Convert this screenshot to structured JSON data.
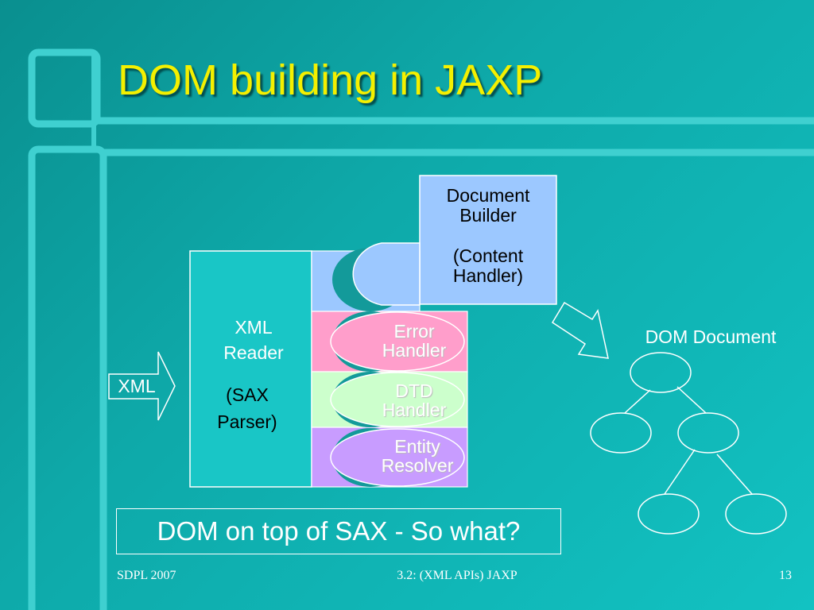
{
  "slide": {
    "title": "DOM building in JAXP",
    "colors": {
      "background": "#0ea9a9",
      "title": "#f4f000",
      "frame": "#3fd0d0",
      "builder_box": "#9cc8ff",
      "error_handler": "#ff9ecb",
      "dtd_handler": "#ccffcc",
      "entity_resolver": "#c89cff",
      "xml_reader": "#19c6c6"
    }
  },
  "diagram": {
    "document_builder": {
      "line1": "Document",
      "line2": "Builder",
      "line3": "(Content",
      "line4": "Handler)"
    },
    "xml_reader": {
      "line1": "XML",
      "line2": "Reader",
      "line3": "(SAX",
      "line4": "Parser)"
    },
    "handlers": [
      {
        "line1": "Error",
        "line2": "Handler"
      },
      {
        "line1": "DTD",
        "line2": "Handler"
      },
      {
        "line1": "Entity",
        "line2": "Resolver"
      }
    ],
    "input_label": "XML",
    "output_label": "DOM Document"
  },
  "callout": "DOM on top of SAX - So what?",
  "footer": {
    "left": "SDPL 2007",
    "center": "3.2: (XML APIs) JAXP",
    "right": "13"
  }
}
